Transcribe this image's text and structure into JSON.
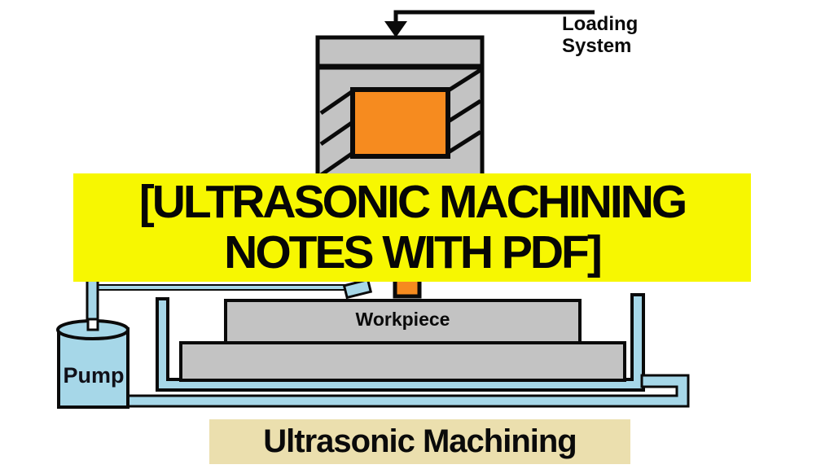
{
  "title_banner": {
    "line1": "[ULTRASONIC MACHINING",
    "line2": "NOTES WITH PDF]"
  },
  "caption_banner": {
    "text": "Ultrasonic Machining"
  },
  "labels": {
    "loading_system": "Loading System",
    "workpiece": "Workpiece",
    "pump": "Pump"
  },
  "colors": {
    "yellow": "#f7f701",
    "beige": "#ebdfae",
    "orange": "#f68b1f",
    "gray": "#c3c3c3",
    "lightblue": "#a6d7e8",
    "outline": "#0a0a0a",
    "background": "#ffffff"
  }
}
